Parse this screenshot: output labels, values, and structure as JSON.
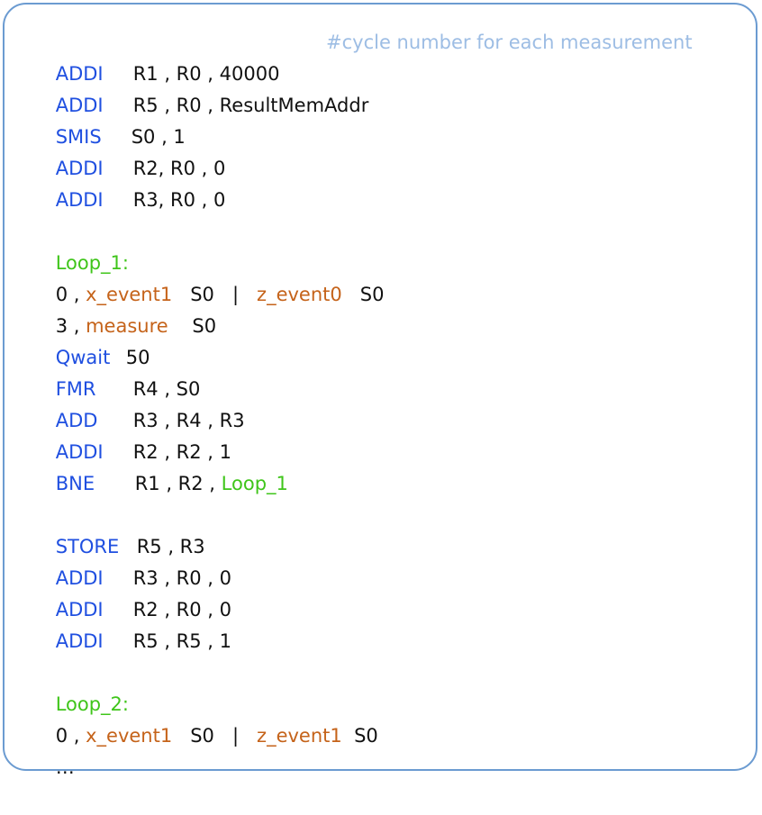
{
  "colors": {
    "opcode": "#1f4fe0",
    "label": "#3fc51a",
    "event": "#c5631a",
    "comment": "#9dbde4",
    "border": "#6b9bd1"
  },
  "lines": [
    {
      "op": "ADDI",
      "args": "R1 , R0 , 40000",
      "comment": "#cycle number for each measurement"
    },
    {
      "op": "ADDI",
      "args": "R5 , R0 , ResultMemAddr"
    },
    {
      "op": "SMIS",
      "args": "S0 , 1"
    },
    {
      "op": "ADDI",
      "args": "R2, R0 , 0"
    },
    {
      "op": "ADDI",
      "args": "R3, R0 , 0"
    },
    {
      "label": "Loop_1:"
    },
    {
      "prefix": "0 , ",
      "evt1": "x_event1",
      "mid": "   S0   |   ",
      "evt2": "z_event0",
      "suffix": "   S0"
    },
    {
      "prefix": "3 , ",
      "evt1": "measure",
      "suffix": "    S0"
    },
    {
      "op": "Qwait",
      "args": "50"
    },
    {
      "op": "FMR",
      "args": "R4 , S0"
    },
    {
      "op": "ADD",
      "args": "R3 , R4 , R3"
    },
    {
      "op": "ADDI",
      "args": "R2 , R2 , 1"
    },
    {
      "op": "BNE",
      "args": "R1 , R2 , ",
      "target": "Loop_1"
    },
    {
      "op": "STORE",
      "args": "R5 , R3"
    },
    {
      "op": "ADDI",
      "args": "R3 , R0 , 0"
    },
    {
      "op": "ADDI",
      "args": "R2 , R0 , 0"
    },
    {
      "op": "ADDI",
      "args": "R5 , R5 , 1"
    },
    {
      "label": "Loop_2:"
    },
    {
      "prefix": "0 , ",
      "evt1": "x_event1",
      "mid": "   S0   |   ",
      "evt2": "z_event1",
      "suffix": "  S0"
    },
    {
      "text": "…"
    }
  ]
}
